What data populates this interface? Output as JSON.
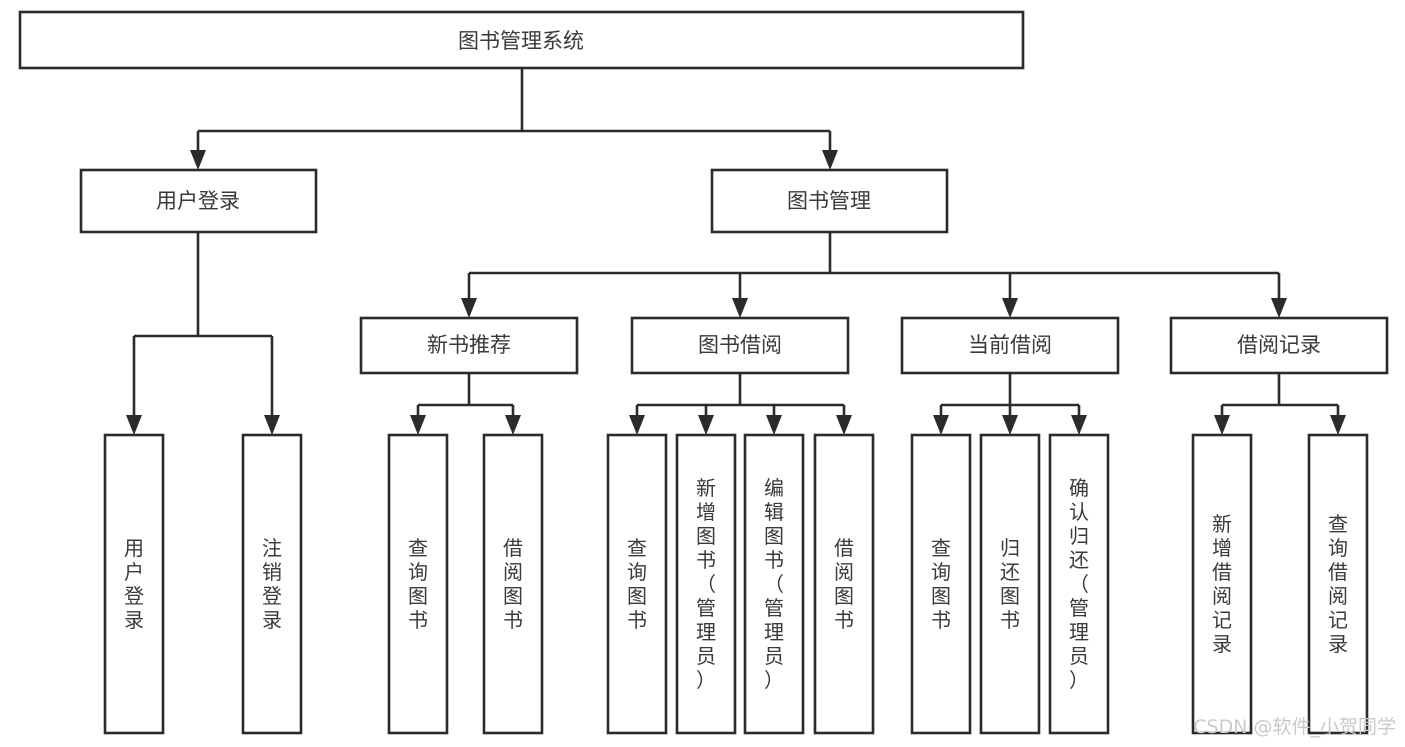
{
  "diagram": {
    "title": "图书管理系统",
    "type": "tree-hierarchy",
    "orientation": "top-down",
    "colors": {
      "background": "#ffffff",
      "box_stroke": "#2b2b2b",
      "box_fill": "#ffffff",
      "text": "#3a3a3a",
      "connector": "#2b2b2b",
      "watermark": "#c9c9c9"
    },
    "root": {
      "label": "图书管理系统",
      "orientation": "horizontal"
    },
    "level2": [
      {
        "label": "用户登录",
        "orientation": "horizontal"
      },
      {
        "label": "图书管理",
        "orientation": "horizontal"
      }
    ],
    "level3": [
      {
        "label": "新书推荐",
        "orientation": "horizontal"
      },
      {
        "label": "图书借阅",
        "orientation": "horizontal"
      },
      {
        "label": "当前借阅",
        "orientation": "horizontal"
      },
      {
        "label": "借阅记录",
        "orientation": "horizontal"
      }
    ],
    "leaves": [
      {
        "label": "用户登录",
        "parent": "用户登录",
        "orientation": "vertical"
      },
      {
        "label": "注销登录",
        "parent": "用户登录",
        "orientation": "vertical"
      },
      {
        "label": "查询图书",
        "parent": "新书推荐",
        "orientation": "vertical"
      },
      {
        "label": "借阅图书",
        "parent": "新书推荐",
        "orientation": "vertical"
      },
      {
        "label": "查询图书",
        "parent": "图书借阅",
        "orientation": "vertical"
      },
      {
        "label": "新增图书（管理员）",
        "parent": "图书借阅",
        "orientation": "vertical"
      },
      {
        "label": "编辑图书（管理员）",
        "parent": "图书借阅",
        "orientation": "vertical"
      },
      {
        "label": "借阅图书",
        "parent": "图书借阅",
        "orientation": "vertical"
      },
      {
        "label": "查询图书",
        "parent": "当前借阅",
        "orientation": "vertical"
      },
      {
        "label": "归还图书",
        "parent": "当前借阅",
        "orientation": "vertical"
      },
      {
        "label": "确认归还（管理员）",
        "parent": "当前借阅",
        "orientation": "vertical"
      },
      {
        "label": "新增借阅记录",
        "parent": "借阅记录",
        "orientation": "vertical"
      },
      {
        "label": "查询借阅记录",
        "parent": "借阅记录",
        "orientation": "vertical"
      }
    ]
  },
  "watermark": {
    "text": "CSDN @软件_小贺同学"
  }
}
